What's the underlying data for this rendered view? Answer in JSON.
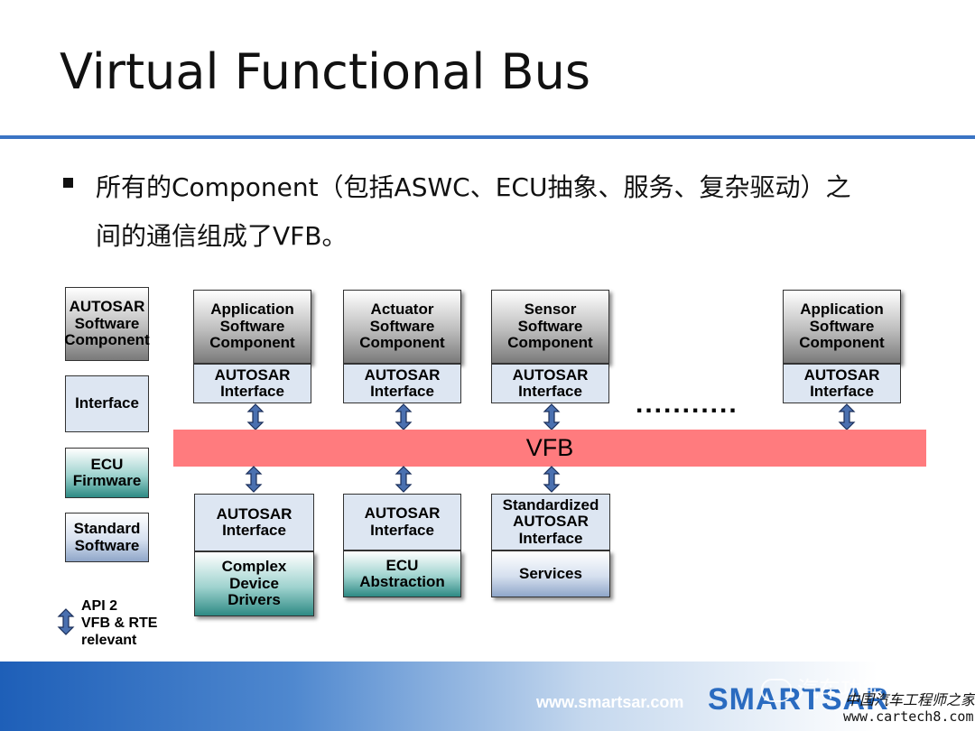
{
  "title": "Virtual Functional Bus",
  "bullet": {
    "line1": "所有的Component（包括ASWC、ECU抽象、服务、复杂驱动）之",
    "line2": "间的通信组成了VFB。"
  },
  "legend": {
    "software_component": "AUTOSAR\nSoftware\nComponent",
    "interface": "Interface",
    "ecu_firmware": "ECU\nFirmware",
    "standard_software": "Standard\nSoftware",
    "api_note": "API 2\nVFB & RTE\nrelevant"
  },
  "top_components": [
    {
      "component": "Application\nSoftware\nComponent",
      "interface": "AUTOSAR\nInterface"
    },
    {
      "component": "Actuator\nSoftware\nComponent",
      "interface": "AUTOSAR\nInterface"
    },
    {
      "component": "Sensor\nSoftware\nComponent",
      "interface": "AUTOSAR\nInterface"
    },
    {
      "component": "Application\nSoftware\nComponent",
      "interface": "AUTOSAR\nInterface"
    }
  ],
  "ellipsis": "...........",
  "bus_label": "VFB",
  "bottom_components": [
    {
      "interface": "AUTOSAR\nInterface",
      "module": "Complex\nDevice\nDrivers"
    },
    {
      "interface": "AUTOSAR\nInterface",
      "module": "ECU\nAbstraction"
    },
    {
      "interface": "Standardized\nAUTOSAR\nInterface",
      "module": "Services"
    }
  ],
  "footer": {
    "url": "www.smartsar.com",
    "logo": "SMARTSAR",
    "watermark_account": "汽车功能安全",
    "watermark_site_name": "中国汽车工程师之家",
    "watermark_site_url": "www.cartech8.com"
  },
  "colors": {
    "title_rule": "#3a74c4",
    "vfb_bar": "#ff7b7e",
    "interface_fill": "#dde6f2",
    "ecu_firmware_fill": "#2e8a84",
    "standard_software_fill": "#8fa6c9",
    "footer_blue": "#1e5fb8"
  }
}
